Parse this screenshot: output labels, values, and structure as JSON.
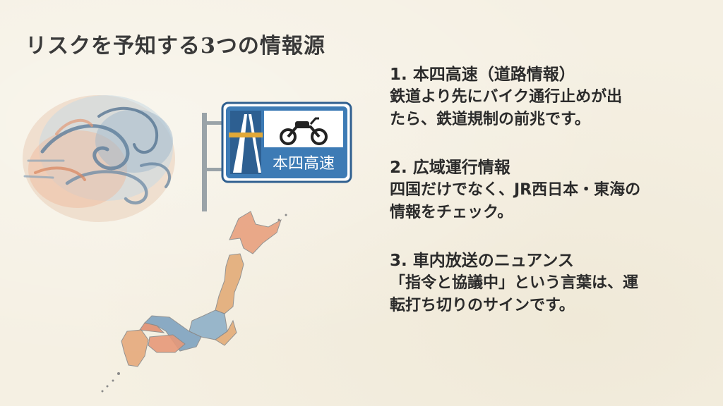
{
  "title": "リスクを予知する3つの情報源",
  "sign": {
    "text": "本四高速",
    "icons": [
      "highway-road-icon",
      "motorcycle-icon"
    ],
    "colors": {
      "panel": "#3d7bb5",
      "road": "#2d5f91",
      "accent": "#e0a838"
    }
  },
  "illustrations": [
    "wind-swirl",
    "japan-map"
  ],
  "sections": [
    {
      "heading": "1.  本四高速（道路情報）",
      "lines": [
        "鉄道より先にバイク通行止めが出",
        "たら、鉄道規制の前兆です。"
      ]
    },
    {
      "heading": "2.  広域運行情報",
      "lines": [
        "四国だけでなく、JR西日本・東海の",
        "情報をチェック。"
      ]
    },
    {
      "heading": "3. 車内放送のニュアンス",
      "lines": [
        "「指令と協議中」という言葉は、運",
        "転打ち切りのサインです。"
      ]
    }
  ]
}
